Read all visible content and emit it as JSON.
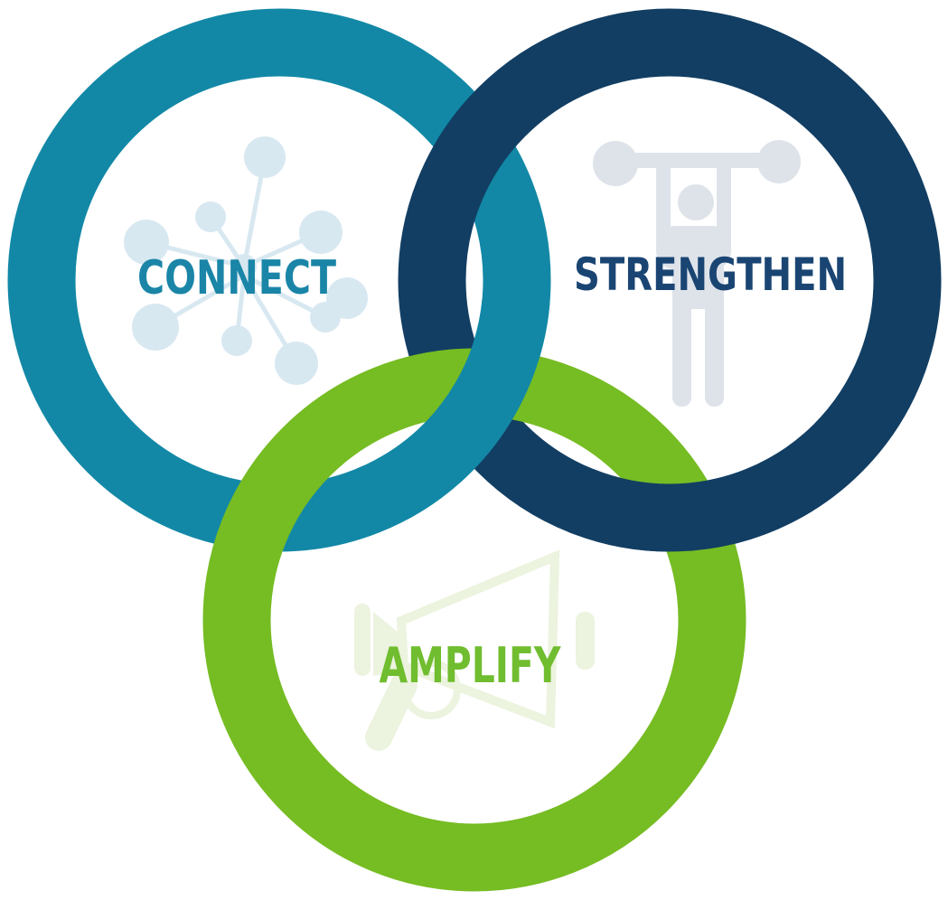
{
  "diagram": {
    "type": "interlocking-rings-venn",
    "background_color": "#FFFFFF",
    "rings": [
      {
        "id": "connect",
        "label": "CONNECT",
        "ring_color": "#1288A6",
        "label_color": "#1A85A7",
        "icon": "network-nodes-icon",
        "icon_color": "#D8E8F1",
        "position": "top-left"
      },
      {
        "id": "strengthen",
        "label": "STRENGTHEN",
        "ring_color": "#123E63",
        "label_color": "#1A4573",
        "icon": "weightlifter-icon",
        "icon_color": "#DEE3EA",
        "position": "top-right"
      },
      {
        "id": "amplify",
        "label": "AMPLIFY",
        "ring_color": "#76BC23",
        "label_color": "#70BD2F",
        "icon": "megaphone-icon",
        "icon_color": "#ECF3DE",
        "position": "bottom-center"
      }
    ]
  }
}
